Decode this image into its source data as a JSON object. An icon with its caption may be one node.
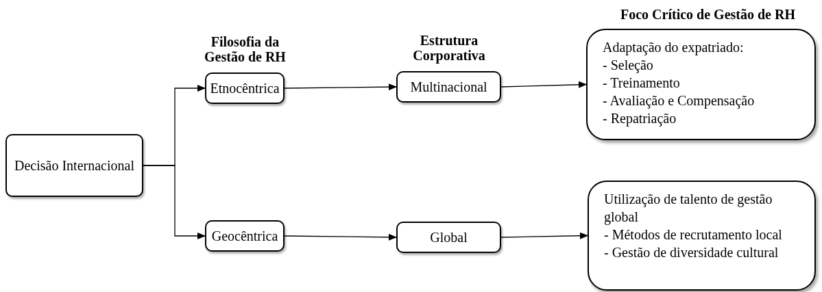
{
  "diagram": {
    "nodes": [
      {
        "text": [
          "Decisão Internacional"
        ]
      },
      {
        "text": [
          "Etnocêntrica"
        ]
      },
      {
        "text": [
          "Multinacional"
        ]
      },
      {
        "text": [
          "Adaptação do expatriado:",
          "- Seleção",
          "- Treinamento",
          "- Avaliação e Compensação",
          "- Repatriação"
        ]
      },
      {
        "text": [
          "Geocêntrica"
        ]
      },
      {
        "text": [
          "Global"
        ]
      },
      {
        "text": [
          "Utilização de talento de gestão global",
          "- Métodos de recrutamento local",
          "- Gestão de diversidade cultural"
        ]
      }
    ],
    "edges": [
      {
        "from": 0,
        "to": 1,
        "arrow": "to"
      },
      {
        "from": 0,
        "to": 4,
        "arrow": "to"
      },
      {
        "from": 1,
        "to": 2,
        "arrow": "to"
      },
      {
        "from": 2,
        "to": 3,
        "arrow": "to"
      },
      {
        "from": 4,
        "to": 5,
        "arrow": "to"
      },
      {
        "from": 5,
        "to": 6,
        "arrow": "to"
      }
    ],
    "labels": [
      "Filosofia da Gestão de RH",
      "Estrutura Corporativa",
      "Foco Crítico de Gestão de RH"
    ]
  }
}
